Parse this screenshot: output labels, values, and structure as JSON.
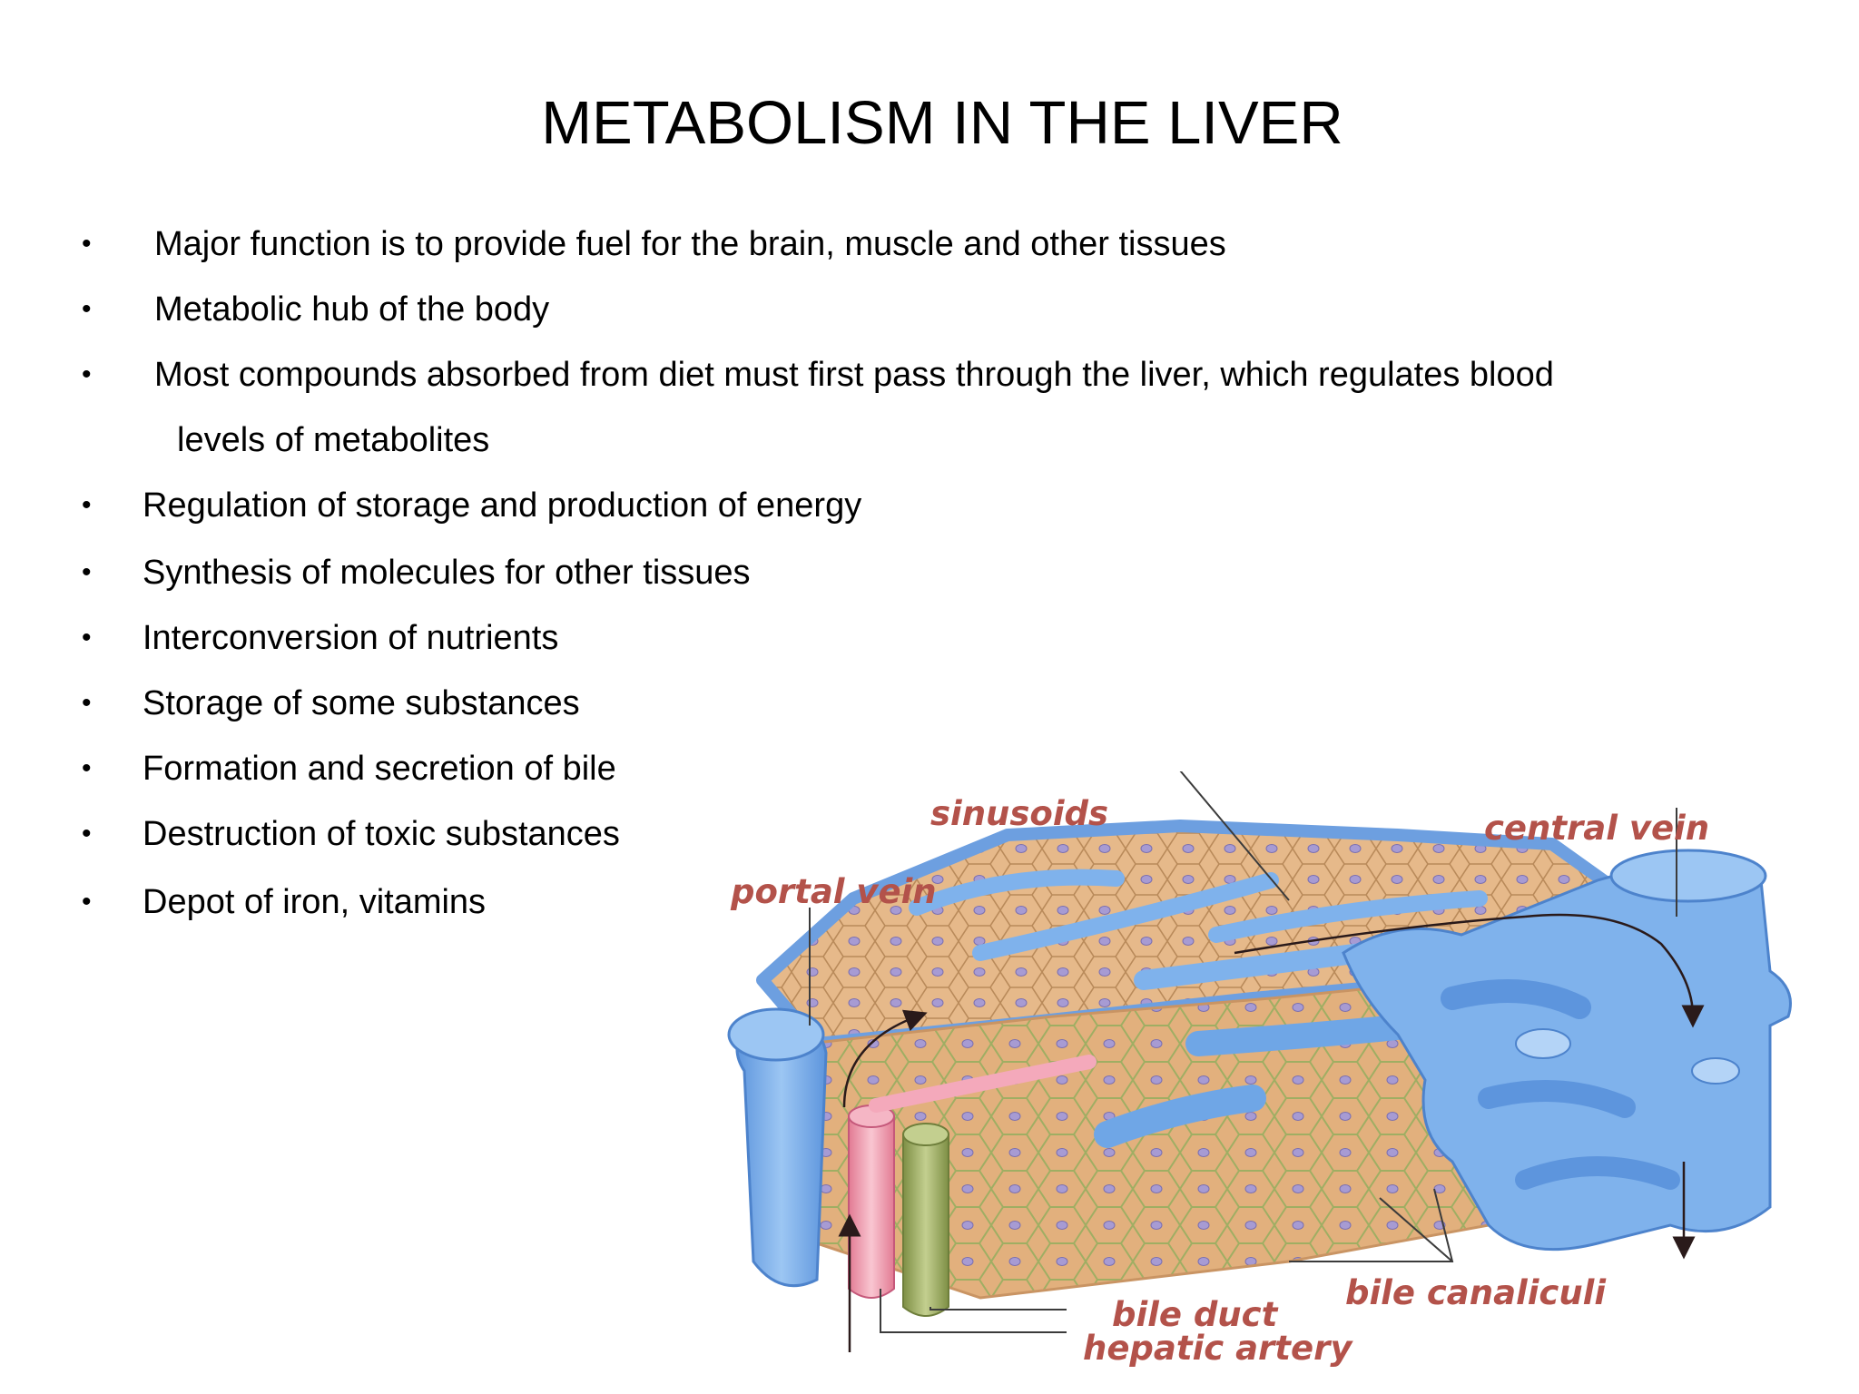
{
  "slide": {
    "title": "METABOLISM IN THE LIVER",
    "bullets": [
      "Major function is to provide fuel for the brain, muscle and other tissues",
      "Metabolic hub of the body",
      "Most compounds absorbed from diet must first pass through the liver, which regulates blood",
      "levels of metabolites",
      "Regulation of storage and production of energy",
      "Synthesis of molecules for other tissues",
      "Interconversion of nutrients",
      "Storage of some substances",
      "Formation and secretion of bile",
      "Destruction of toxic substances",
      "Depot of iron, vitamins"
    ],
    "bullet_glyph": "•"
  },
  "diagram": {
    "labels": {
      "sinusoids": "sinusoids",
      "central_vein": "central vein",
      "portal_vein": "portal vein",
      "bile_canaliculi": "bile canaliculi",
      "bile_duct": "bile duct",
      "hepatic_artery": "hepatic artery"
    },
    "colors": {
      "label": "#b3524a",
      "vein_blue": "#7fb2ec",
      "hepatocyte_tan": "#e6b98a",
      "artery_pink": "#f0a3b4",
      "bile_duct_green": "#a6b66e"
    }
  }
}
